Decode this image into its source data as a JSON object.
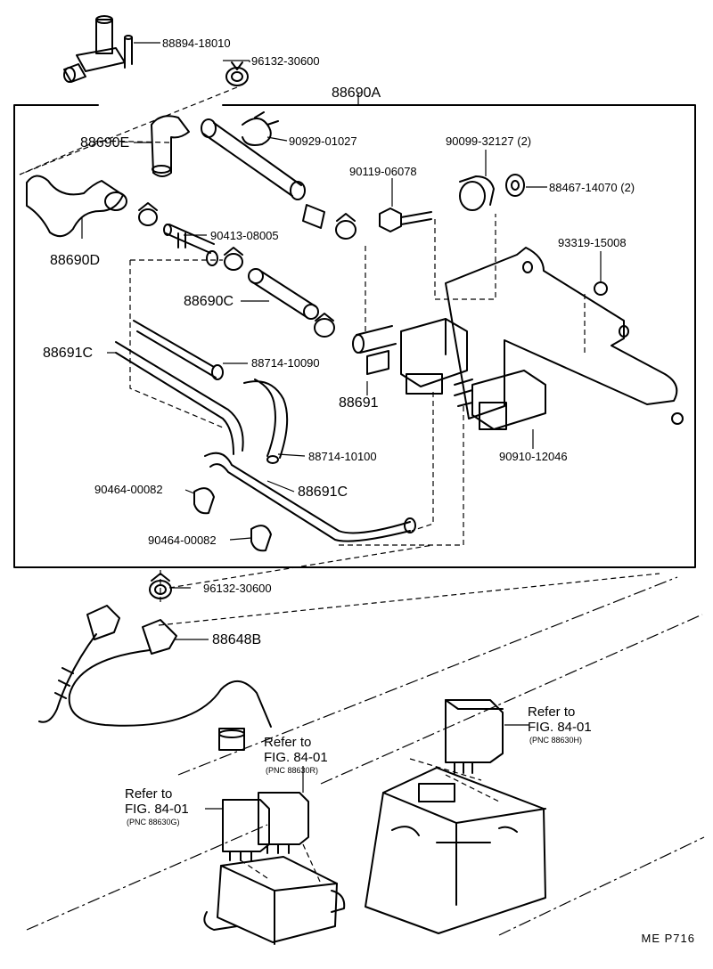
{
  "labels": {
    "p88894": "88894-18010",
    "p96132_top": "96132-30600",
    "p88690A": "88690A",
    "p88690E": "88690E",
    "p90929": "90929-01027",
    "p90099": "90099-32127 (2)",
    "p90119": "90119-06078",
    "p88467": "88467-14070 (2)",
    "p93319": "93319-15008",
    "p90413": "90413-08005",
    "p88690D": "88690D",
    "p88690C": "88690C",
    "p88691C_top": "88691C",
    "p88714_10090": "88714-10090",
    "p88691": "88691",
    "p90910": "90910-12046",
    "p88714_10100": "88714-10100",
    "p90464_a": "90464-00082",
    "p88691C_bot": "88691C",
    "p90464_b": "90464-00082",
    "p96132_bot": "96132-30600",
    "p88648B": "88648B"
  },
  "refs": {
    "r1_line1": "Refer to",
    "r1_line2": "FIG. 84-01",
    "r1_line3": "(PNC 88630H)",
    "r2_line1": "Refer to",
    "r2_line2": "FIG. 84-01",
    "r2_line3": "(PNC 88630R)",
    "r3_line1": "Refer to",
    "r3_line2": "FIG. 84-01",
    "r3_line3": "(PNC 88630G)"
  },
  "footer": "ME  P716"
}
